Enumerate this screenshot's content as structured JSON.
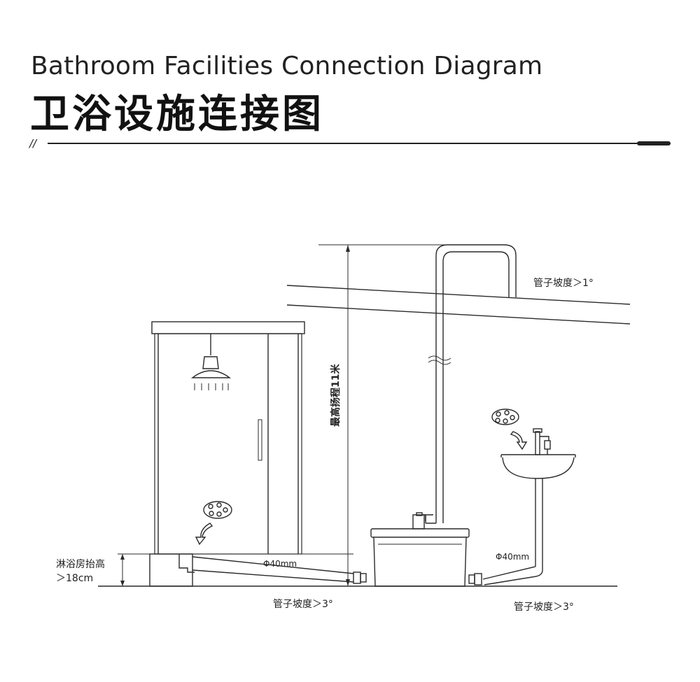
{
  "header": {
    "title_en": "Bathroom Facilities Connection Diagram",
    "title_zh": "卫浴设施连接图",
    "marker": "//"
  },
  "labels": {
    "max_head": "最高扬程11米",
    "slope_top": "管子坡度＞1°",
    "slope_bottom_left": "管子坡度＞3°",
    "slope_bottom_right": "管子坡度＞3°",
    "pipe_left": "Φ40mm",
    "pipe_right": "Φ40mm",
    "shower_raise_line1": "淋浴房抬高",
    "shower_raise_line2": "＞18cm"
  },
  "colors": {
    "line": "#2a2a2a",
    "light_line": "#555555"
  }
}
